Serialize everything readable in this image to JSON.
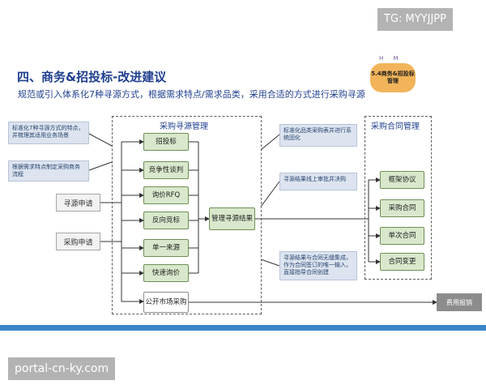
{
  "watermarks": {
    "top_right": "TG: MYYJJPP",
    "bottom_left": "portal-cn-ky.com"
  },
  "header": {
    "title": "四、商务&招投标-改进建议",
    "subtitle": "规范或引入体系化7种寻源方式，根据需求特点/需求品类，采用合适的方式进行采购寻源"
  },
  "badge": {
    "letters": "H M",
    "label": "5.4商务&招投标管理"
  },
  "left_notes": [
    "标准化7种寻源方式的特点，并梳理其适用业务场景",
    "根据需求特点制定采购商务流程"
  ],
  "requests": [
    "寻源申请",
    "采购申请"
  ],
  "sourcing": {
    "title": "采购寻源管理",
    "methods": [
      "招投标",
      "竞争性谈判",
      "询价RFQ",
      "反向竞标",
      "单一来源",
      "快速询价"
    ],
    "public_market": "公开市场采购",
    "result": "管理寻源结果"
  },
  "right_notes": [
    "标准化品类采购表并进行系统固化",
    "寻源结果线上审批并决购",
    "寻源结果与合同无缝集成，作为合同签订的唯一输入，直接指导合同创建"
  ],
  "contract": {
    "title": "采购合同管理",
    "items": [
      "框架协议",
      "采购合同",
      "单次合同",
      "合同变更"
    ]
  },
  "fee": "费用报销",
  "colors": {
    "accent_blue": "#1f3f8f",
    "green_fill": "#d9e8cc",
    "note_fill": "#dde4f0",
    "badge_orange": "#f2b45a",
    "bar_blue": "#3b86c9"
  }
}
